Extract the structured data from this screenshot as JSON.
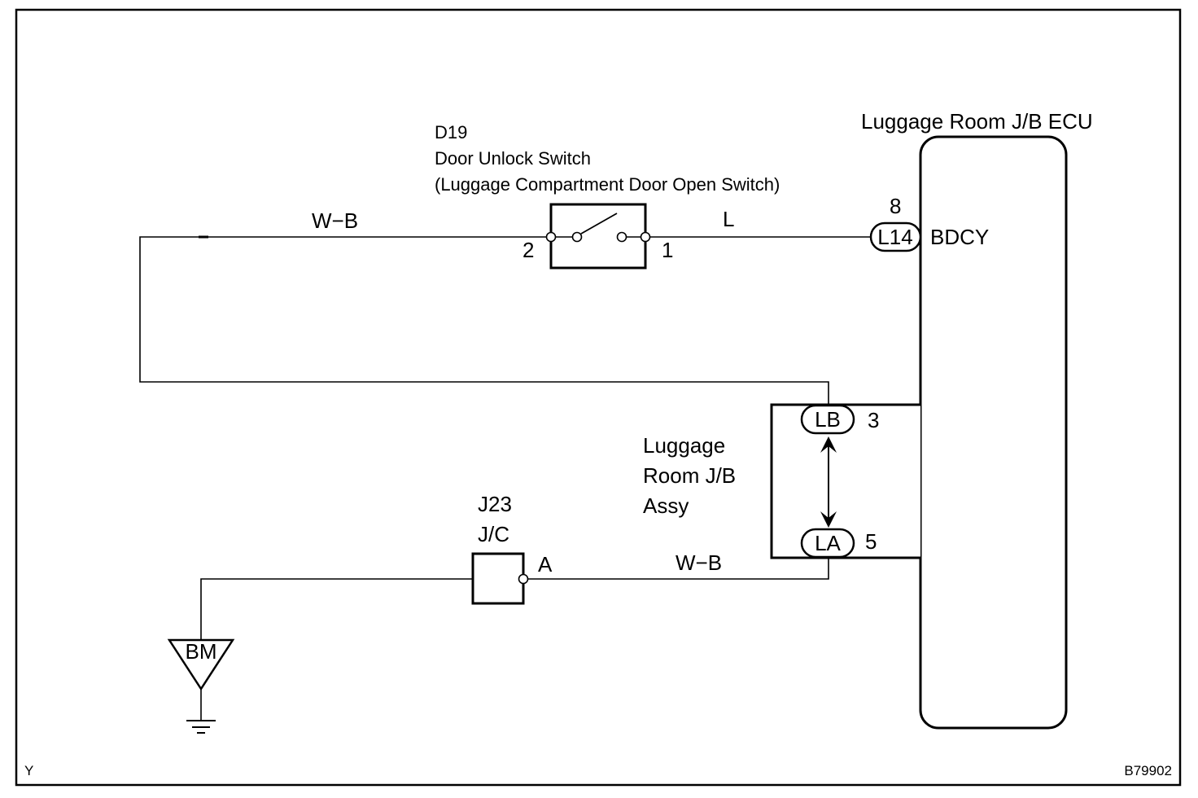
{
  "frame": {
    "corner_left": "Y",
    "corner_right": "B79902"
  },
  "switch": {
    "code": "D19",
    "name": "Door Unlock Switch",
    "subname": "(Luggage Compartment Door Open Switch)",
    "pin_left": "2",
    "pin_right": "1"
  },
  "wires": {
    "top_left": "W−B",
    "top_right": "L",
    "bottom": "W−B"
  },
  "ecu": {
    "title": "Luggage Room J/B ECU",
    "connector_pin": "8",
    "connector": "L14",
    "terminal": "BDCY"
  },
  "jb_assy": {
    "line1": "Luggage",
    "line2": "Room J/B",
    "line3": "Assy",
    "connector_top": "LB",
    "pin_top": "3",
    "connector_bottom": "LA",
    "pin_bottom": "5"
  },
  "junction": {
    "code": "J23",
    "name": "J/C",
    "pin": "A"
  },
  "ground": {
    "label": "BM"
  }
}
